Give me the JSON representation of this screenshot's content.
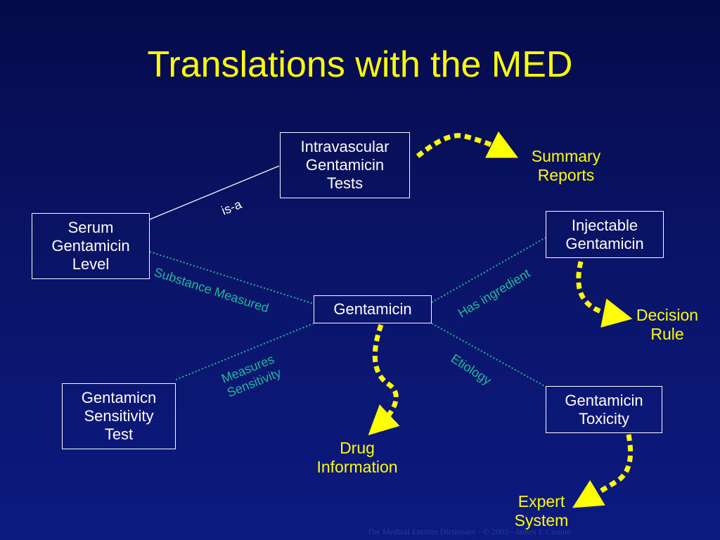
{
  "title": "Translations with the MED",
  "concepts": {
    "intravascular": "Intravascular\nGentamicin\nTests",
    "serum": "Serum\nGentamicin\nLevel",
    "gentamicin": "Gentamicin",
    "injectable": "Injectable\nGentamicin",
    "sensitivity_test": "Gentamicn\nSensitivity\nTest",
    "toxicity": "Gentamicin\nToxicity"
  },
  "relations": {
    "is_a": "is-a",
    "substance_measured": "Substance Measured",
    "has_ingredient": "Has ingredient",
    "measures_sensitivity_line1": "Measures",
    "measures_sensitivity_line2": "Sensitivity",
    "etiology": "Etiology"
  },
  "applications": {
    "summary_reports": "Summary\nReports",
    "decision_rule": "Decision\nRule",
    "drug_information": "Drug\nInformation",
    "expert_system": "Expert\nSystem"
  },
  "footer": "The Medical Entities Dictionary - © 2003 - James J. Cimino",
  "colors": {
    "background": "#0a1466",
    "title": "#ffff00",
    "concept_text": "#ffffff",
    "relation": "#1fb89a",
    "application_arrow": "#ffff00"
  }
}
